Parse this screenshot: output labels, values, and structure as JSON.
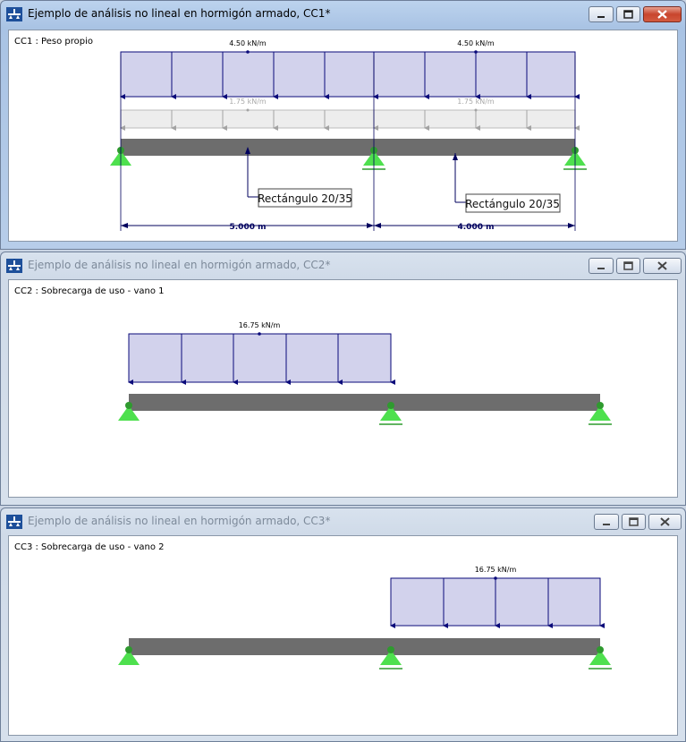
{
  "windows": [
    {
      "title": "Ejemplo de análisis no lineal en hormigón armado, CC1*",
      "active": true,
      "load_case_label": "CC1 : Peso propio",
      "loads": [
        {
          "value_label": "4.50 kN/m"
        },
        {
          "value_label": "4.50 kN/m"
        },
        {
          "value_label": "1.75 kN/m"
        },
        {
          "value_label": "1.75 kN/m"
        }
      ],
      "section_labels": [
        "Rectángulo 20/35",
        "Rectángulo 20/35"
      ],
      "dimensions": [
        "5.000 m",
        "4.000 m"
      ]
    },
    {
      "title": "Ejemplo de análisis no lineal en hormigón armado, CC2*",
      "active": false,
      "load_case_label": "CC2 : Sobrecarga de uso - vano 1",
      "loads": [
        {
          "value_label": "16.75 kN/m"
        }
      ]
    },
    {
      "title": "Ejemplo de análisis no lineal en hormigón armado, CC3*",
      "active": false,
      "load_case_label": "CC3 : Sobrecarga de uso - vano 2",
      "loads": [
        {
          "value_label": "16.75 kN/m"
        }
      ]
    }
  ],
  "colors": {
    "beam": "#6d6d6d",
    "load_fill": "#d2d2ec",
    "load_stroke": "#0a0a7a",
    "support": "#4ee04e",
    "hinge": "#2f9a2f",
    "dimension": "#00005e"
  },
  "icons": [
    "app-icon",
    "minimize-icon",
    "maximize-icon",
    "close-icon"
  ]
}
